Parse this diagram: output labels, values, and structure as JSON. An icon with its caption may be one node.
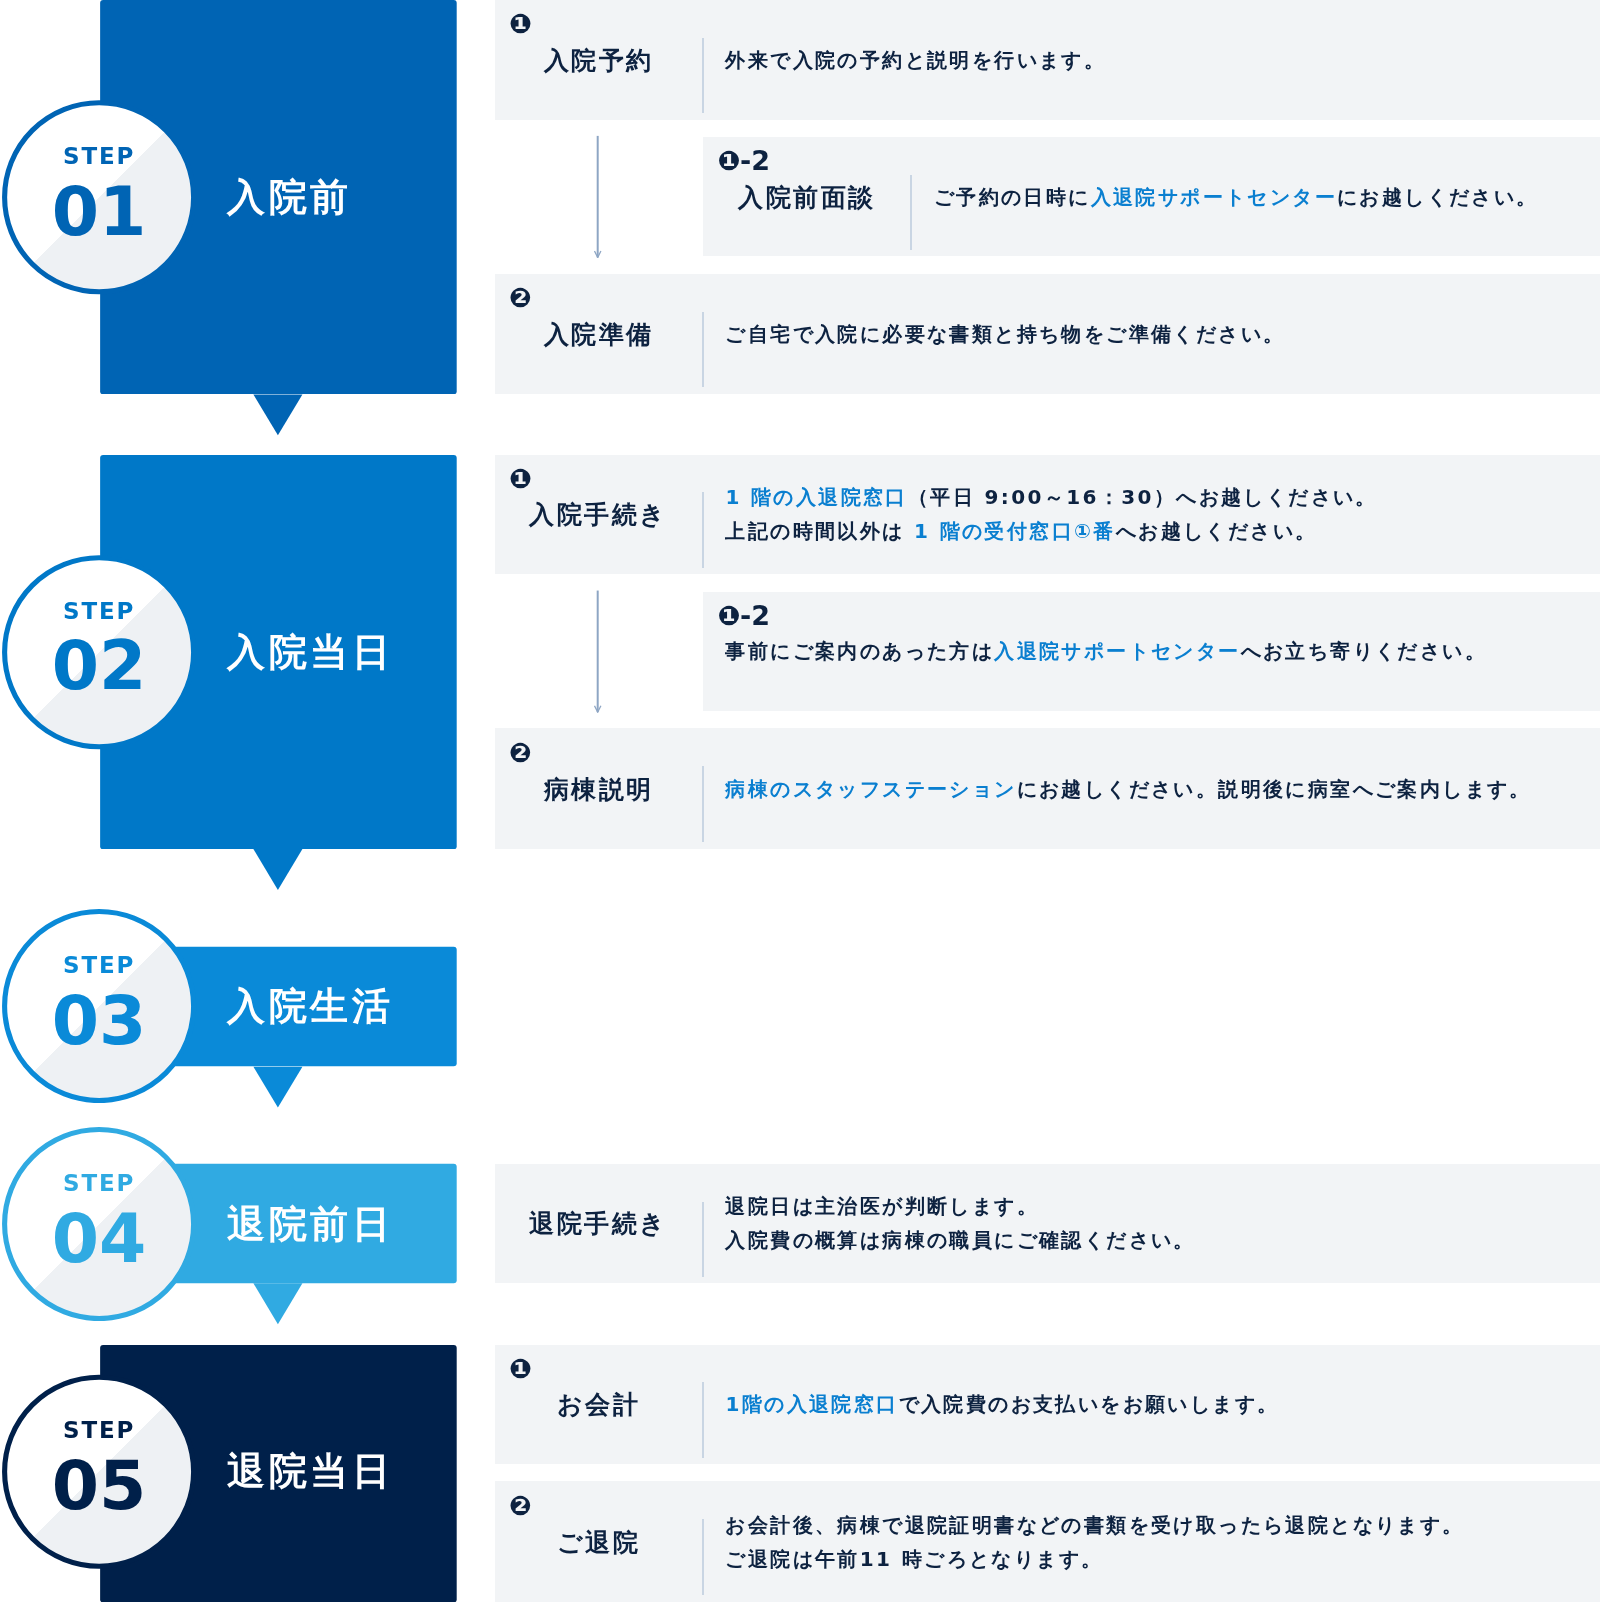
{
  "diagram": {
    "nodes": [
      {
        "text": [
          "STEP",
          "01",
          "入院前"
        ]
      },
      {
        "text": [
          "❶",
          "入院予約",
          "外来で入院の予約と説明を行います。"
        ]
      },
      {
        "text": [
          "❶-2",
          "入院前面談",
          "ご予約の日時に**入退院サポートセンター**にお越しください。"
        ]
      },
      {
        "text": [
          "❷",
          "入院準備",
          "ご自宅で入院に必要な書類と持ち物をご準備ください。"
        ]
      },
      {
        "text": [
          "STEP",
          "02",
          "入院当日"
        ]
      },
      {
        "text": [
          "❶",
          "入院手続き",
          "**1 階の入退院窓口**（平日 9:00～16：30）へお越しください。",
          "上記の時間以外は **1 階の受付窓口①番**へお越しください。"
        ]
      },
      {
        "text": [
          "❶-2",
          "事前にご案内のあった方は**入退院サポートセンター**へお立ち寄りください。"
        ]
      },
      {
        "text": [
          "❷",
          "病棟説明",
          "**病棟のスタッフステーション**にお越しください。説明後に病室へご案内します。"
        ]
      },
      {
        "text": [
          "STEP",
          "03",
          "入院生活"
        ]
      },
      {
        "text": [
          "STEP",
          "04",
          "退院前日"
        ]
      },
      {
        "text": [
          "退院手続き",
          "退院日は主治医が判断します。",
          "入院費の概算は病棟の職員にご確認ください。"
        ]
      },
      {
        "text": [
          "STEP",
          "05",
          "退院当日"
        ]
      },
      {
        "text": [
          "❶",
          "お会計",
          "**1階の入退院窓口**で入院費のお支払いをお願いします。"
        ]
      },
      {
        "text": [
          "❷",
          "ご退院",
          "お会計後、病棟で退院証明書などの書類を受け取ったら退院となります。",
          "ご退院は午前11 時ごろとなります。"
        ]
      }
    ],
    "edges": [
      {
        "from": 0,
        "to": 4,
        "arrow": "to"
      },
      {
        "from": 4,
        "to": 8,
        "arrow": "to"
      },
      {
        "from": 8,
        "to": 9,
        "arrow": "to"
      },
      {
        "from": 9,
        "to": 11,
        "arrow": "to"
      },
      {
        "from": 1,
        "to": 3,
        "arrow": "to"
      },
      {
        "from": 5,
        "to": 7,
        "arrow": "to"
      }
    ]
  }
}
